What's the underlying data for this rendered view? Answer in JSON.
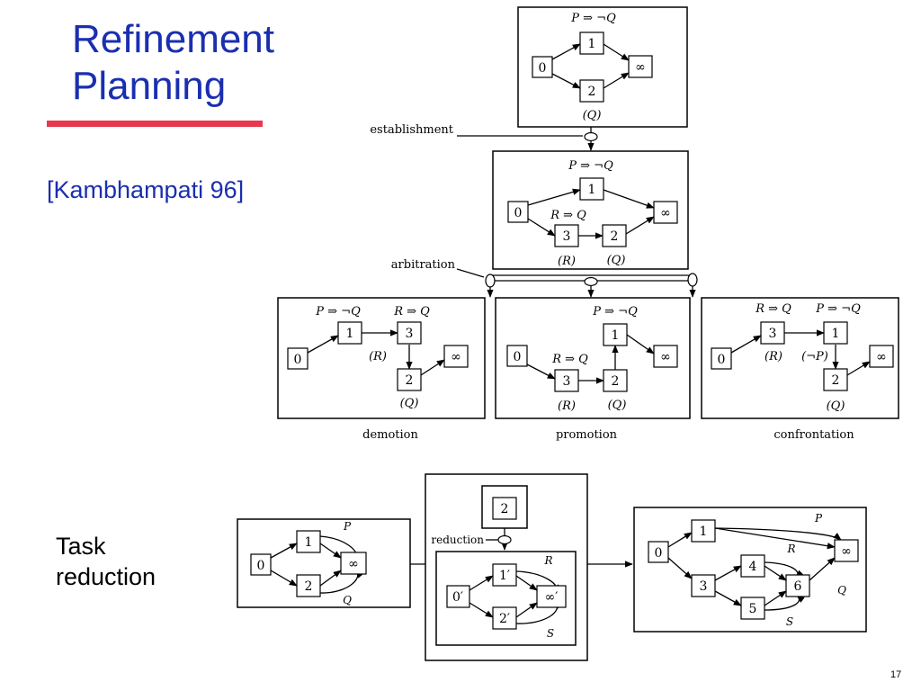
{
  "slide": {
    "title_line1": "Refinement",
    "title_line2": "Planning",
    "citation": "[Kambhampati 96]",
    "task_line1": "Task",
    "task_line2": "reduction",
    "page_number": "17"
  },
  "diagram": {
    "steps": {
      "s0": "0",
      "s1": "1",
      "s2": "2",
      "s3": "3",
      "s4": "4",
      "s5": "5",
      "s6": "6",
      "inf": "∞",
      "s0p": "0′",
      "s1p": "1′",
      "s2p": "2′",
      "infp": "∞′"
    },
    "constraints": {
      "p_not_q": "P ⇒ ¬Q",
      "r_q": "R ⇒ Q",
      "q_paren": "(Q)",
      "r_paren": "(R)",
      "not_p_paren": "(¬P)"
    },
    "arc_labels": {
      "p": "P",
      "q": "Q",
      "r": "R",
      "s": "S"
    },
    "refinements": {
      "establishment": "establishment",
      "arbitration": "arbitration",
      "demotion": "demotion",
      "promotion": "promotion",
      "confrontation": "confrontation",
      "reduction": "reduction"
    }
  }
}
